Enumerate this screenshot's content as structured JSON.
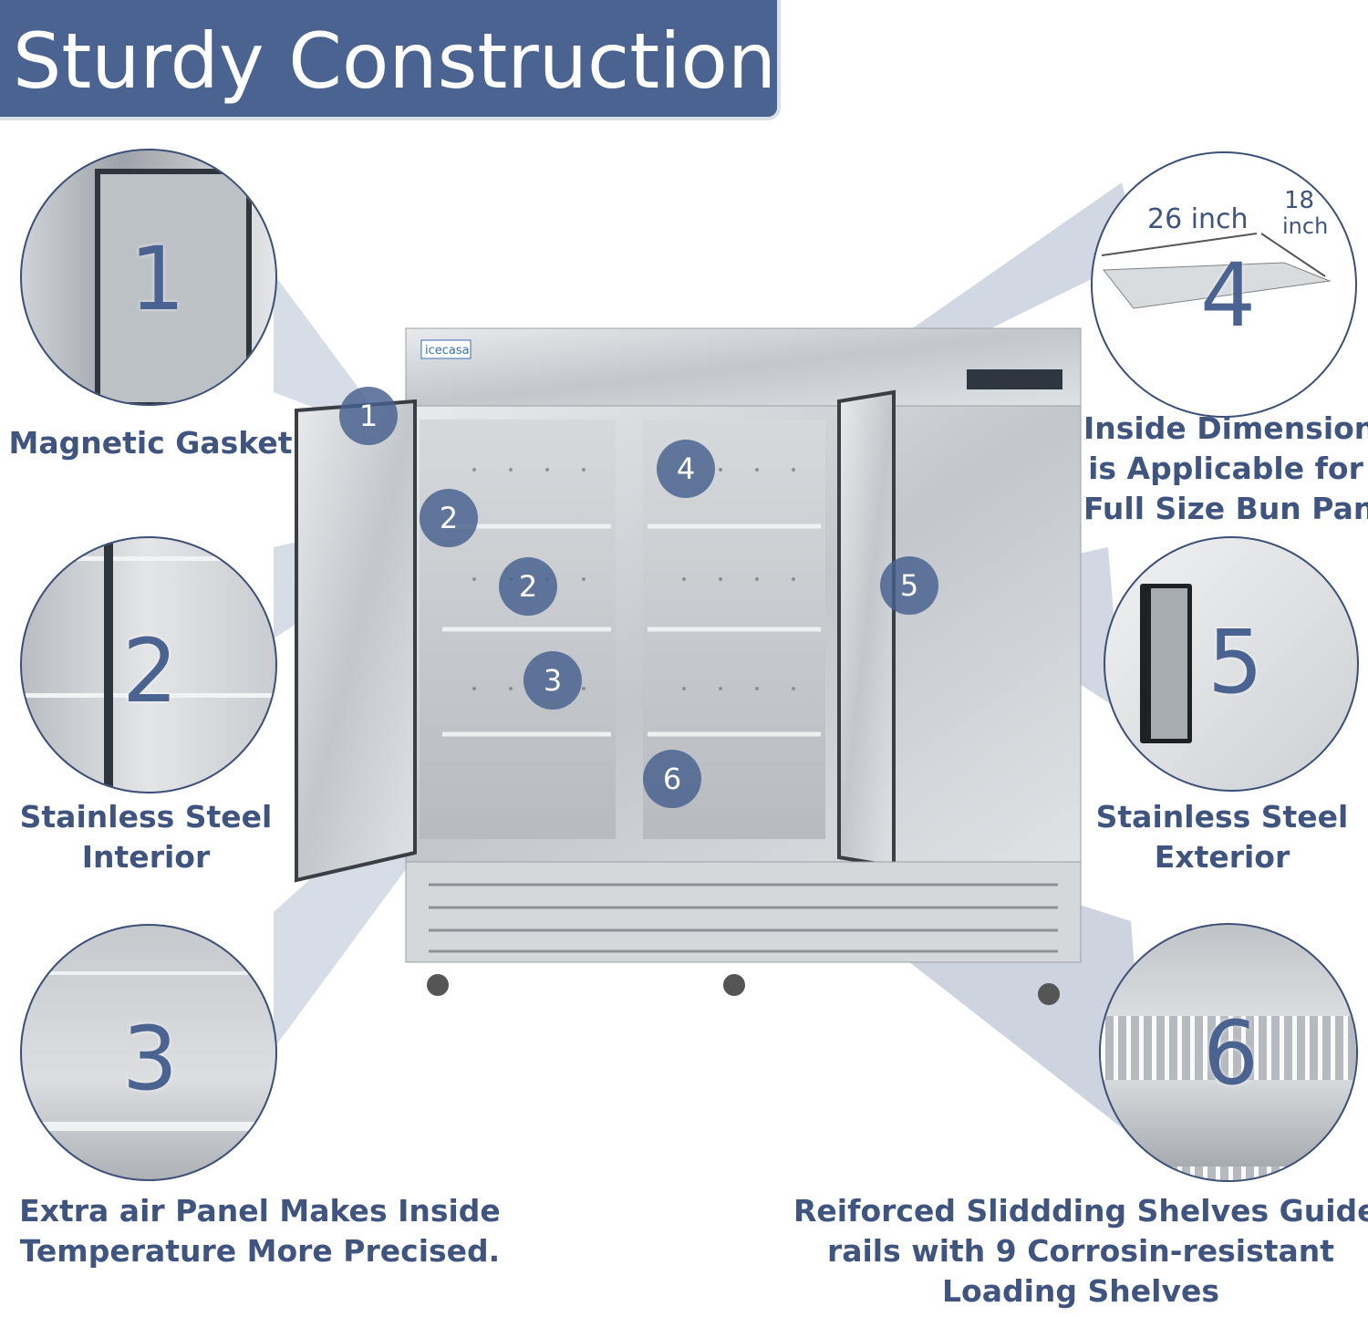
{
  "title": "Sturdy Construction:",
  "brand": "icecasa",
  "features": [
    {
      "number": "1",
      "caption_lines": [
        "Magnetic Gasket"
      ]
    },
    {
      "number": "2",
      "caption_lines": [
        "Stainless Steel",
        "Interior"
      ]
    },
    {
      "number": "3",
      "caption_lines": [
        "Extra air Panel Makes Inside",
        "Temperature More Precised."
      ]
    },
    {
      "number": "4",
      "caption_lines": [
        "Inside Dimension",
        "is Applicable for",
        "Full Size Bun Pan."
      ],
      "dim_width": "26 inch",
      "dim_depth_num": "18",
      "dim_depth_unit": "inch"
    },
    {
      "number": "5",
      "caption_lines": [
        "Stainless Steel",
        "Exterior"
      ]
    },
    {
      "number": "6",
      "caption_lines": [
        "Reiforced Sliddding Shelves Guide",
        "rails with 9 Corrosin-resistant",
        "Loading Shelves"
      ]
    }
  ],
  "colors": {
    "accent": "#4a6390",
    "caption": "#3f5580",
    "steel": "#c8ccd1"
  }
}
